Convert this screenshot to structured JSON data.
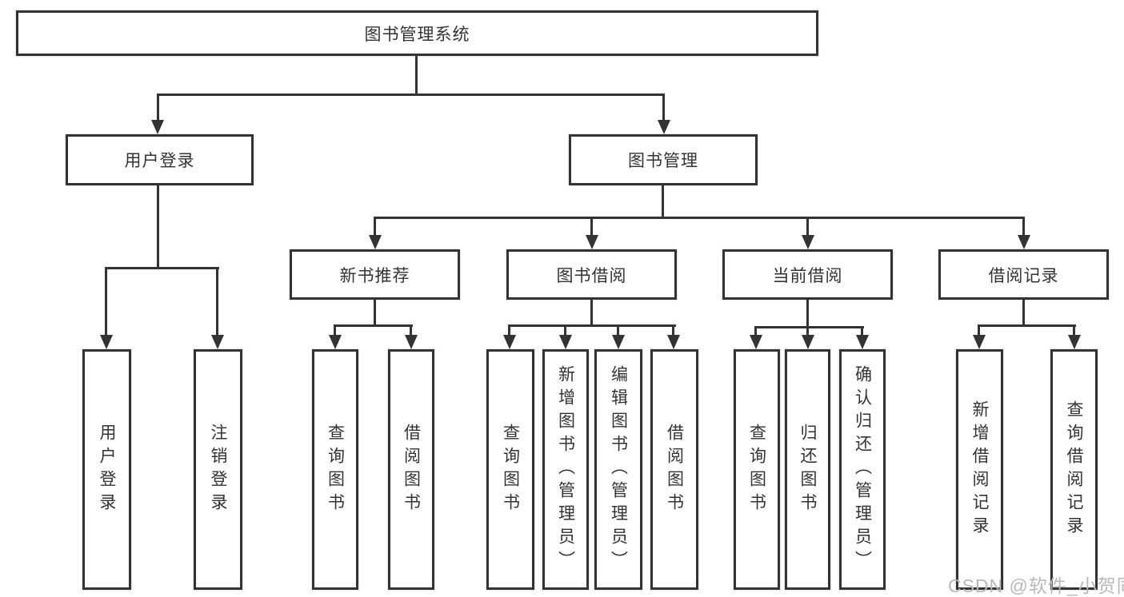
{
  "nodes": {
    "root": "图书管理系统",
    "level2": [
      "用户登录",
      "图书管理"
    ],
    "level3": [
      "新书推荐",
      "图书借阅",
      "当前借阅",
      "借阅记录"
    ],
    "leaves_user": [
      "用户登录",
      "注销登录"
    ],
    "leaves_newbook": [
      "查询图书",
      "借阅图书"
    ],
    "leaves_borrow": [
      "查询图书",
      "新增图书（管理员）",
      "编辑图书（管理员）",
      "借阅图书"
    ],
    "leaves_current": [
      "查询图书",
      "归还图书",
      "确认归还（管理员）"
    ],
    "leaves_record": [
      "新增借阅记录",
      "查询借阅记录"
    ]
  },
  "watermark": "CSDN @软件_小贺同学",
  "colors": {
    "line": "#333333",
    "text": "#333333",
    "watermark": "#b9b9b9",
    "background": "#ffffff"
  }
}
